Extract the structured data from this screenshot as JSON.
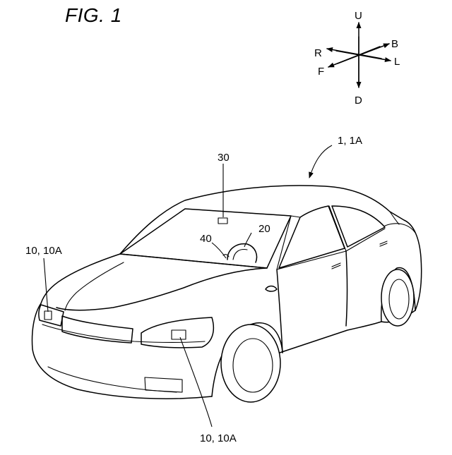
{
  "figure": {
    "title": "FIG. 1"
  },
  "axes": {
    "up": "U",
    "down": "D",
    "right": "R",
    "left": "L",
    "front": "F",
    "back": "B"
  },
  "labels": {
    "vehicle": "1, 1A",
    "sensor": "30",
    "steering": "20",
    "display": "40",
    "lamp_left": "10, 10A",
    "lamp_right": "10, 10A"
  }
}
